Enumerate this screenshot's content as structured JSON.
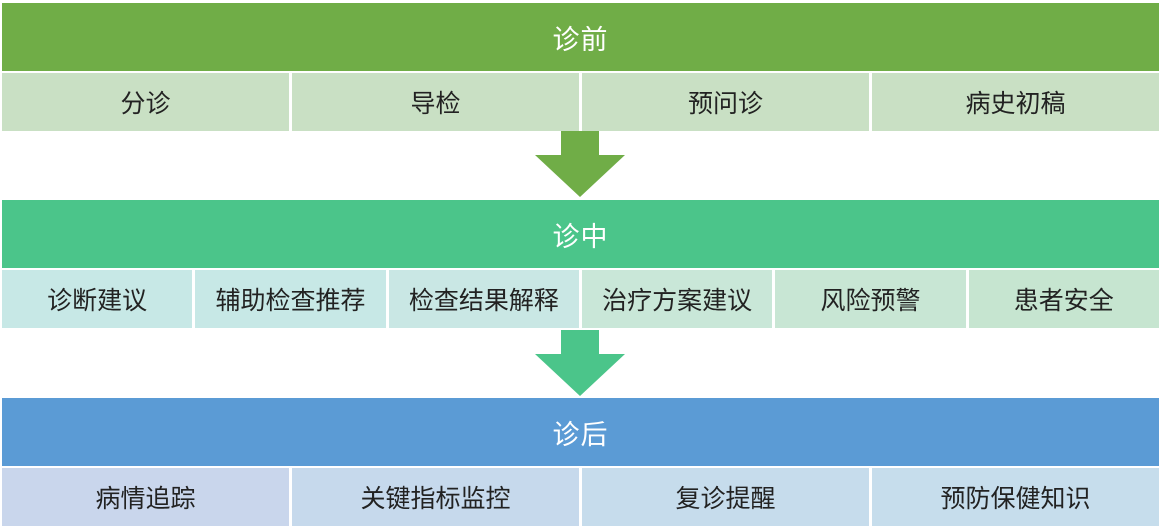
{
  "colors": {
    "stage1_header": "#70ad47",
    "stage1_cell": "#c9e0c4",
    "stage2_header": "#4bc58a",
    "stage2_cells": [
      "#c7e8e6",
      "#c7e8e6",
      "#c9e7e4",
      "#c9e7d8",
      "#c8e6d4",
      "#c6e5d0"
    ],
    "stage3_header": "#5b9bd5",
    "stage3_cells": [
      "#c9d6ec",
      "#c6d9ec",
      "#c6dcec",
      "#c6ddec"
    ]
  },
  "stages": [
    {
      "title": "诊前",
      "items": [
        "分诊",
        "导检",
        "预问诊",
        "病史初稿"
      ]
    },
    {
      "title": "诊中",
      "items": [
        "诊断建议",
        "辅助检查推荐",
        "检查结果解释",
        "治疗方案建议",
        "风险预警",
        "患者安全"
      ]
    },
    {
      "title": "诊后",
      "items": [
        "病情追踪",
        "关键指标监控",
        "复诊提醒",
        "预防保健知识"
      ]
    }
  ]
}
